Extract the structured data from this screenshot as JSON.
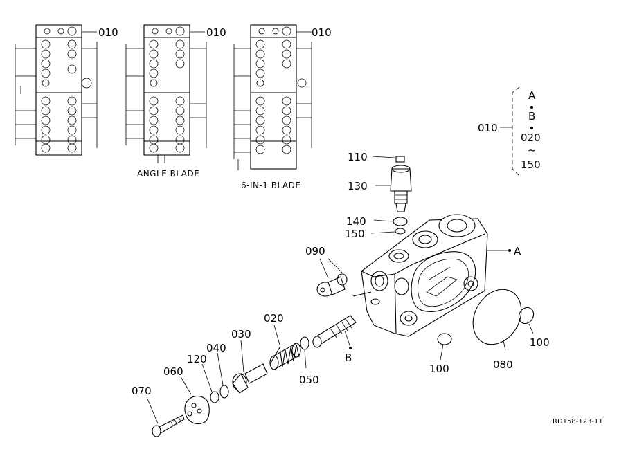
{
  "labels": {
    "p010": "010",
    "p020": "020",
    "p030": "030",
    "p040": "040",
    "p050": "050",
    "p060": "060",
    "p070": "070",
    "p080": "080",
    "p090": "090",
    "p100": "100",
    "p110": "110",
    "p120": "120",
    "p130": "130",
    "p140": "140",
    "p150": "150",
    "ref_a": "A",
    "ref_b": "B",
    "tilde": "~"
  },
  "captions": {
    "angle_blade": "ANGLE BLADE",
    "six_in_one": "6-IN-1 BLADE"
  },
  "drawing_ref": "RD158-123-11"
}
